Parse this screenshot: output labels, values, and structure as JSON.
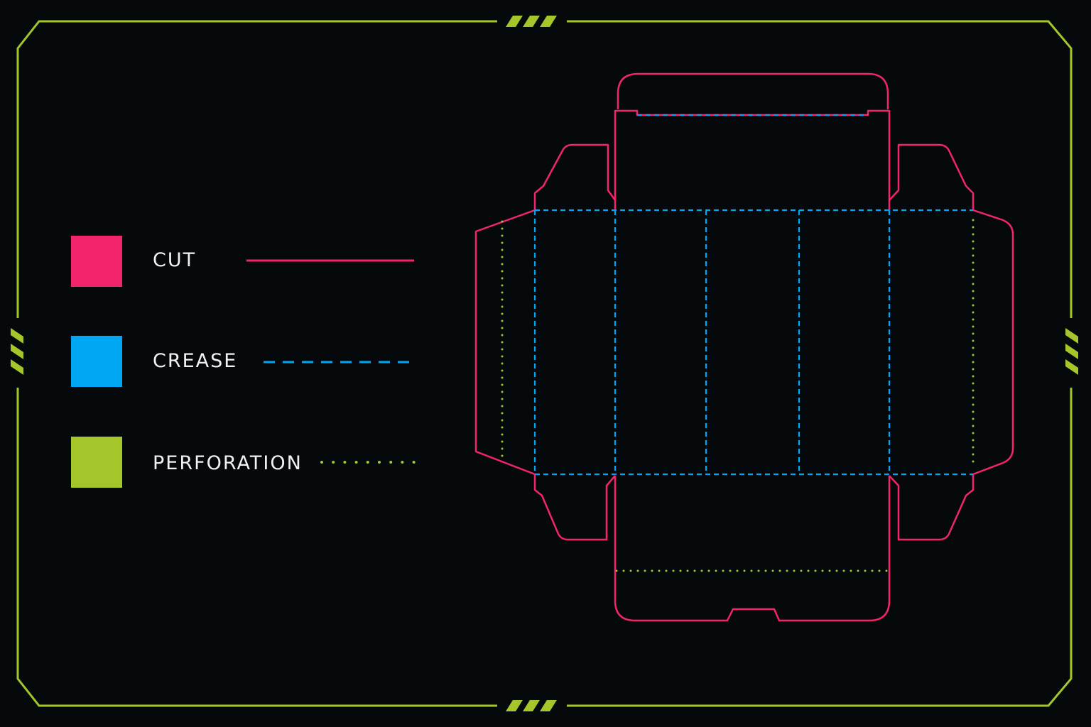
{
  "colors": {
    "background": "#06090b",
    "frame": "#a4c62a",
    "cut": "#f3236e",
    "crease": "#00a8f3",
    "perforation": "#a4c62a"
  },
  "legend": {
    "items": [
      {
        "key": "cut",
        "label": "CUT",
        "line_style": "solid",
        "color": "#f3236e"
      },
      {
        "key": "crease",
        "label": "CREASE",
        "line_style": "dashed",
        "color": "#00a8f3"
      },
      {
        "key": "perforation",
        "label": "PERFORATION",
        "line_style": "dotted",
        "color": "#a4c62a"
      }
    ]
  },
  "diagram": {
    "subject": "box-dieline-template",
    "line_types": [
      "cut",
      "crease",
      "perforation"
    ]
  }
}
